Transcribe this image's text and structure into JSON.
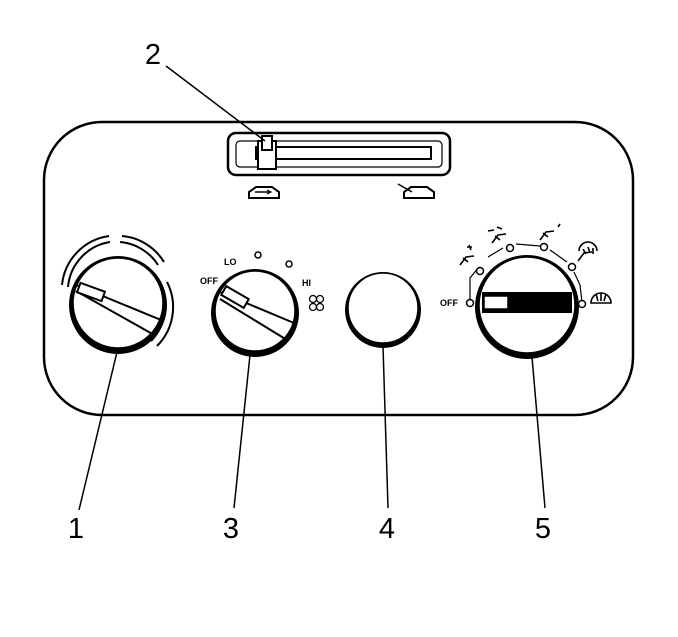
{
  "callouts": {
    "c1": "1",
    "c2": "2",
    "c3": "3",
    "c4": "4",
    "c5": "5"
  },
  "fan_knob": {
    "off_label": "OFF",
    "lo_label": "LO",
    "hi_label": "HI"
  },
  "mode_knob": {
    "off_label": "OFF"
  },
  "icons": {
    "recirc": "recirculation-icon",
    "outside_air": "outside-air-icon",
    "fan": "fan-icon",
    "vent": "vent-icon",
    "bi_level": "bi-level-icon",
    "floor": "floor-icon",
    "blend": "defog-blend-icon",
    "defrost": "defrost-icon"
  },
  "colors": {
    "line": "#000000",
    "background": "#ffffff"
  }
}
